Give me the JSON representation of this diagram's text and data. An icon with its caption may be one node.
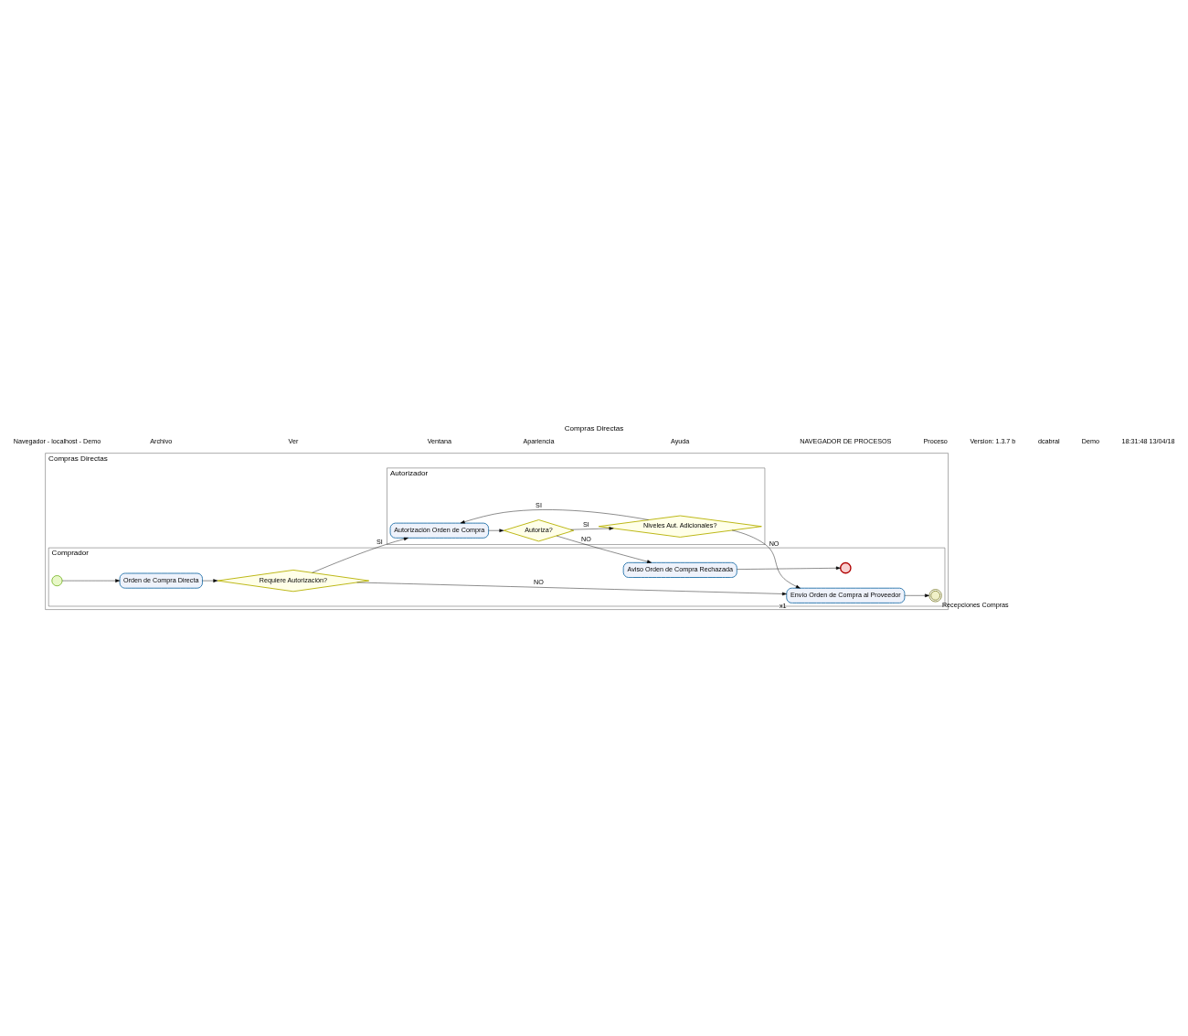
{
  "diagram": {
    "title": "Compras Directas",
    "nodes": [
      {
        "text": [
          "Compras Directas"
        ]
      },
      {
        "text": [
          "Comprador"
        ],
        "in": 0
      },
      {
        "text": [
          "Autorizador"
        ],
        "in": 0
      },
      {
        "text": [],
        "shape": "circle",
        "in": 1
      },
      {
        "text": [
          "Orden de Compra Directa"
        ],
        "in": 1
      },
      {
        "text": [
          "Requiere Autorización?"
        ],
        "in": 1
      },
      {
        "text": [
          "Aviso Orden de Compra Rechazada"
        ],
        "in": 1
      },
      {
        "text": [],
        "shape": "circle",
        "in": 1
      },
      {
        "text": [
          "Envío Orden de Compra al Proveedor"
        ],
        "in": 1,
        "beside": [
          "x1"
        ]
      },
      {
        "text": [],
        "shape": "circle",
        "in": 1,
        "beside": [
          "Recepciones Compras"
        ]
      },
      {
        "text": [
          "Autorización Orden de Compra"
        ],
        "in": 2
      },
      {
        "text": [
          "Autoriza?"
        ],
        "in": 2
      },
      {
        "text": [
          "Niveles Aut. Adicionales?"
        ],
        "in": 2
      }
    ],
    "edges": [
      {
        "from": 3,
        "to": 4,
        "arrow": "to"
      },
      {
        "from": 4,
        "to": 5,
        "arrow": "to"
      },
      {
        "from": 5,
        "to": 8,
        "arrow": "to",
        "label": "NO"
      },
      {
        "from": 5,
        "to": 10,
        "arrow": "to",
        "label": "SI"
      },
      {
        "from": 10,
        "to": 11,
        "arrow": "to"
      },
      {
        "from": 11,
        "to": 6,
        "arrow": "to",
        "label": "NO"
      },
      {
        "from": 11,
        "to": 12,
        "arrow": "to",
        "label": "SI"
      },
      {
        "from": 12,
        "to": 8,
        "arrow": "to",
        "label": "NO"
      },
      {
        "from": 12,
        "to": 10,
        "arrow": "to",
        "label": "SI"
      },
      {
        "from": 6,
        "to": 7,
        "arrow": "to"
      },
      {
        "from": 8,
        "to": 9,
        "arrow": "to"
      }
    ],
    "labels": [
      "Navegador - localhost - Demo",
      "Archivo",
      "Ver",
      "Ventana",
      "Apariencia",
      "Ayuda",
      "NAVEGADOR DE PROCESOS",
      "Proceso",
      "Version: 1.3.7 b",
      "dcabral",
      "Demo",
      "18:31:48 13/04/18"
    ]
  }
}
